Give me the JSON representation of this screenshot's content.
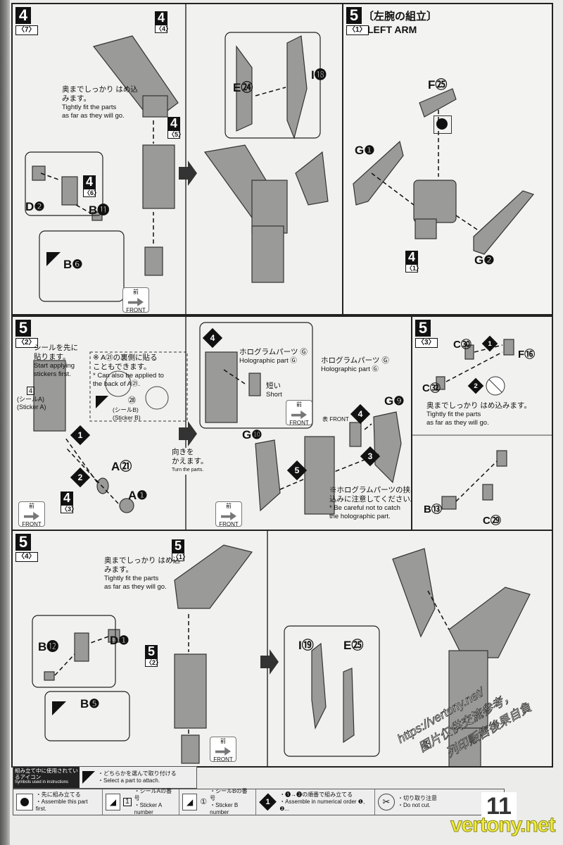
{
  "panel_4_7": {
    "step": "4",
    "sub": "〈7〉",
    "ref_top": {
      "n": "4",
      "s": "〈4〉"
    },
    "ref_mid": {
      "n": "4",
      "s": "〈5〉"
    },
    "ref_hand": {
      "n": "4",
      "s": "〈6〉"
    },
    "note_jp": "奥までしっかり はめ込みます。",
    "note_en1": "Tightly fit the parts",
    "note_en2": "as far as they will go.",
    "parts": {
      "d2": "D❷",
      "b11": "B⓫",
      "b6": "B❻",
      "e24": "E㉔",
      "i18": "I⓲"
    },
    "front_jp": "前",
    "front_en": "FRONT"
  },
  "panel_5_1": {
    "step": "5",
    "sub": "〈1〉",
    "title_jp": "〔左腕の組立〕",
    "title_en": "LEFT ARM",
    "parts": {
      "f25": "F㉕",
      "g1": "G❶",
      "g2": "G❷"
    },
    "ref": {
      "n": "4",
      "s": "〈1〉"
    }
  },
  "panel_5_2": {
    "step": "5",
    "sub": "〈2〉",
    "sticker_first_jp1": "シールを先に",
    "sticker_first_jp2": "貼ります。",
    "sticker_first_en1": "Start applying",
    "sticker_first_en2": "stickers first.",
    "sticker_a_num": "4",
    "sticker_a_jp": "(シールA)",
    "sticker_a_en": "(Sticker A)",
    "alt_jp1": "※ A㉑の裏側に貼る",
    "alt_jp2": "こともできます。",
    "alt_en1": "* Can also be applied to",
    "alt_en2": "the back of A㉑.",
    "sticker_b_num": "㉘",
    "sticker_b_jp": "(シールB)",
    "sticker_b_en": "(Sticker B)",
    "parts": {
      "a21": "A㉑",
      "a1": "A❶",
      "g9": "G❾",
      "g10": "G❿"
    },
    "ref": {
      "n": "4",
      "s": "〈3〉"
    },
    "order": [
      "1",
      "2",
      "3",
      "4",
      "5"
    ],
    "turn_jp1": "向きを",
    "turn_jp2": "かえます。",
    "turn_en": "Turn the parts.",
    "holo_jp": "ホログラムパーツ Ⓖ",
    "holo_en": "Holographic part Ⓖ",
    "short_jp": "短い",
    "short_en": "Short",
    "surface_jp": "表",
    "caution_jp1": "※ホログラムパーツの挟み",
    "caution_jp2": "込みに注意してください。",
    "caution_en1": "* Be careful not to catch",
    "caution_en2": "the holographic part.",
    "front_jp": "前",
    "front_en": "FRONT"
  },
  "panel_5_3": {
    "step": "5",
    "sub": "〈3〉",
    "parts": {
      "c30": "C㉚",
      "f16": "F⑯",
      "c32": "C㉜",
      "b13": "B⑬",
      "c29": "C㉙"
    },
    "order": [
      "1",
      "2"
    ],
    "note_jp": "奥までしっかり はめ込みます。",
    "note_en1": "Tightly fit the parts",
    "note_en2": "as far as they will go."
  },
  "panel_5_4": {
    "step": "5",
    "sub": "〈4〉",
    "ref_top": {
      "n": "5",
      "s": "〈1〉"
    },
    "ref_mid": {
      "n": "5",
      "s": "〈2〉"
    },
    "note_jp": "奥までしっかり はめ込みます。",
    "note_en1": "Tightly fit the parts",
    "note_en2": "as far as they will go.",
    "parts": {
      "b12": "B⓬",
      "d1": "D❶",
      "b5": "B❺",
      "i19": "I⑲",
      "e25": "E㉕"
    },
    "front_jp": "前",
    "front_en": "FRONT"
  },
  "legend": {
    "heading_jp": "組み立て中に使用されているアイコン",
    "heading_en": "Symbols used in instructions",
    "select_jp": "・どちらかを選んで取り付ける",
    "select_en": "・Select a part to attach.",
    "items": [
      {
        "jp": "・先に組み立てる",
        "en": "・Assemble this part first."
      },
      {
        "icon": "1",
        "jp": "・シールAの番号",
        "en": "・Sticker A number"
      },
      {
        "icon": "①",
        "jp": "・シールBの番号",
        "en": "・Sticker B number"
      },
      {
        "icon": "1",
        "jp": "・❶→❷の順番で組み立てる",
        "en": "・Assemble in numerical order ❶, ❷..."
      },
      {
        "jp": "・切り取り注意",
        "en": "・Do not cut."
      }
    ]
  },
  "page_number": "11",
  "watermark": {
    "url": "https://vertony.net/",
    "line2": "图片仅供交流参考，",
    "line3": "列印贩售後果自負",
    "site": "vertony.net"
  }
}
